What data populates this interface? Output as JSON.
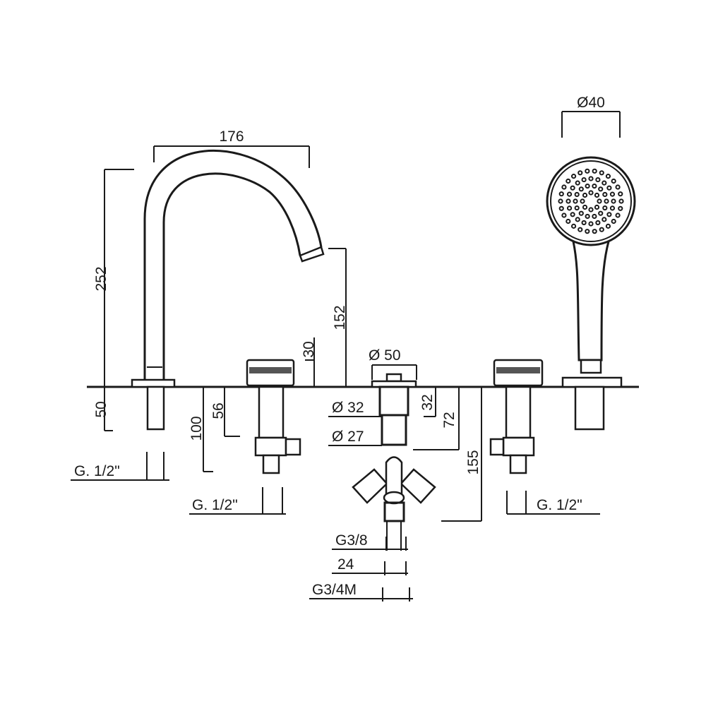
{
  "drawing": {
    "spout_width": "176",
    "spout_height": "252",
    "spout_shank": "50",
    "spout_thread": "G. 1/2\"",
    "spout_outlet_height": "152",
    "handle_height": "30",
    "valve_shank_56": "56",
    "valve_shank_100": "100",
    "left_valve_thread": "G. 1/2\"",
    "diverter_diameter": "Ø 50",
    "diverter_body_diameter_32": "Ø 32",
    "diverter_body_diameter_27": "Ø 27",
    "diverter_depth_32": "32",
    "diverter_depth_72": "72",
    "diverter_depth_155": "155",
    "diverter_thread_g38": "G3/8",
    "diverter_width_24": "24",
    "diverter_thread_g34m": "G3/4M",
    "right_valve_thread": "G. 1/2\"",
    "shower_head_diameter": "Ø40"
  },
  "colors": {
    "line": "#1a1a1a",
    "background": "#ffffff"
  }
}
